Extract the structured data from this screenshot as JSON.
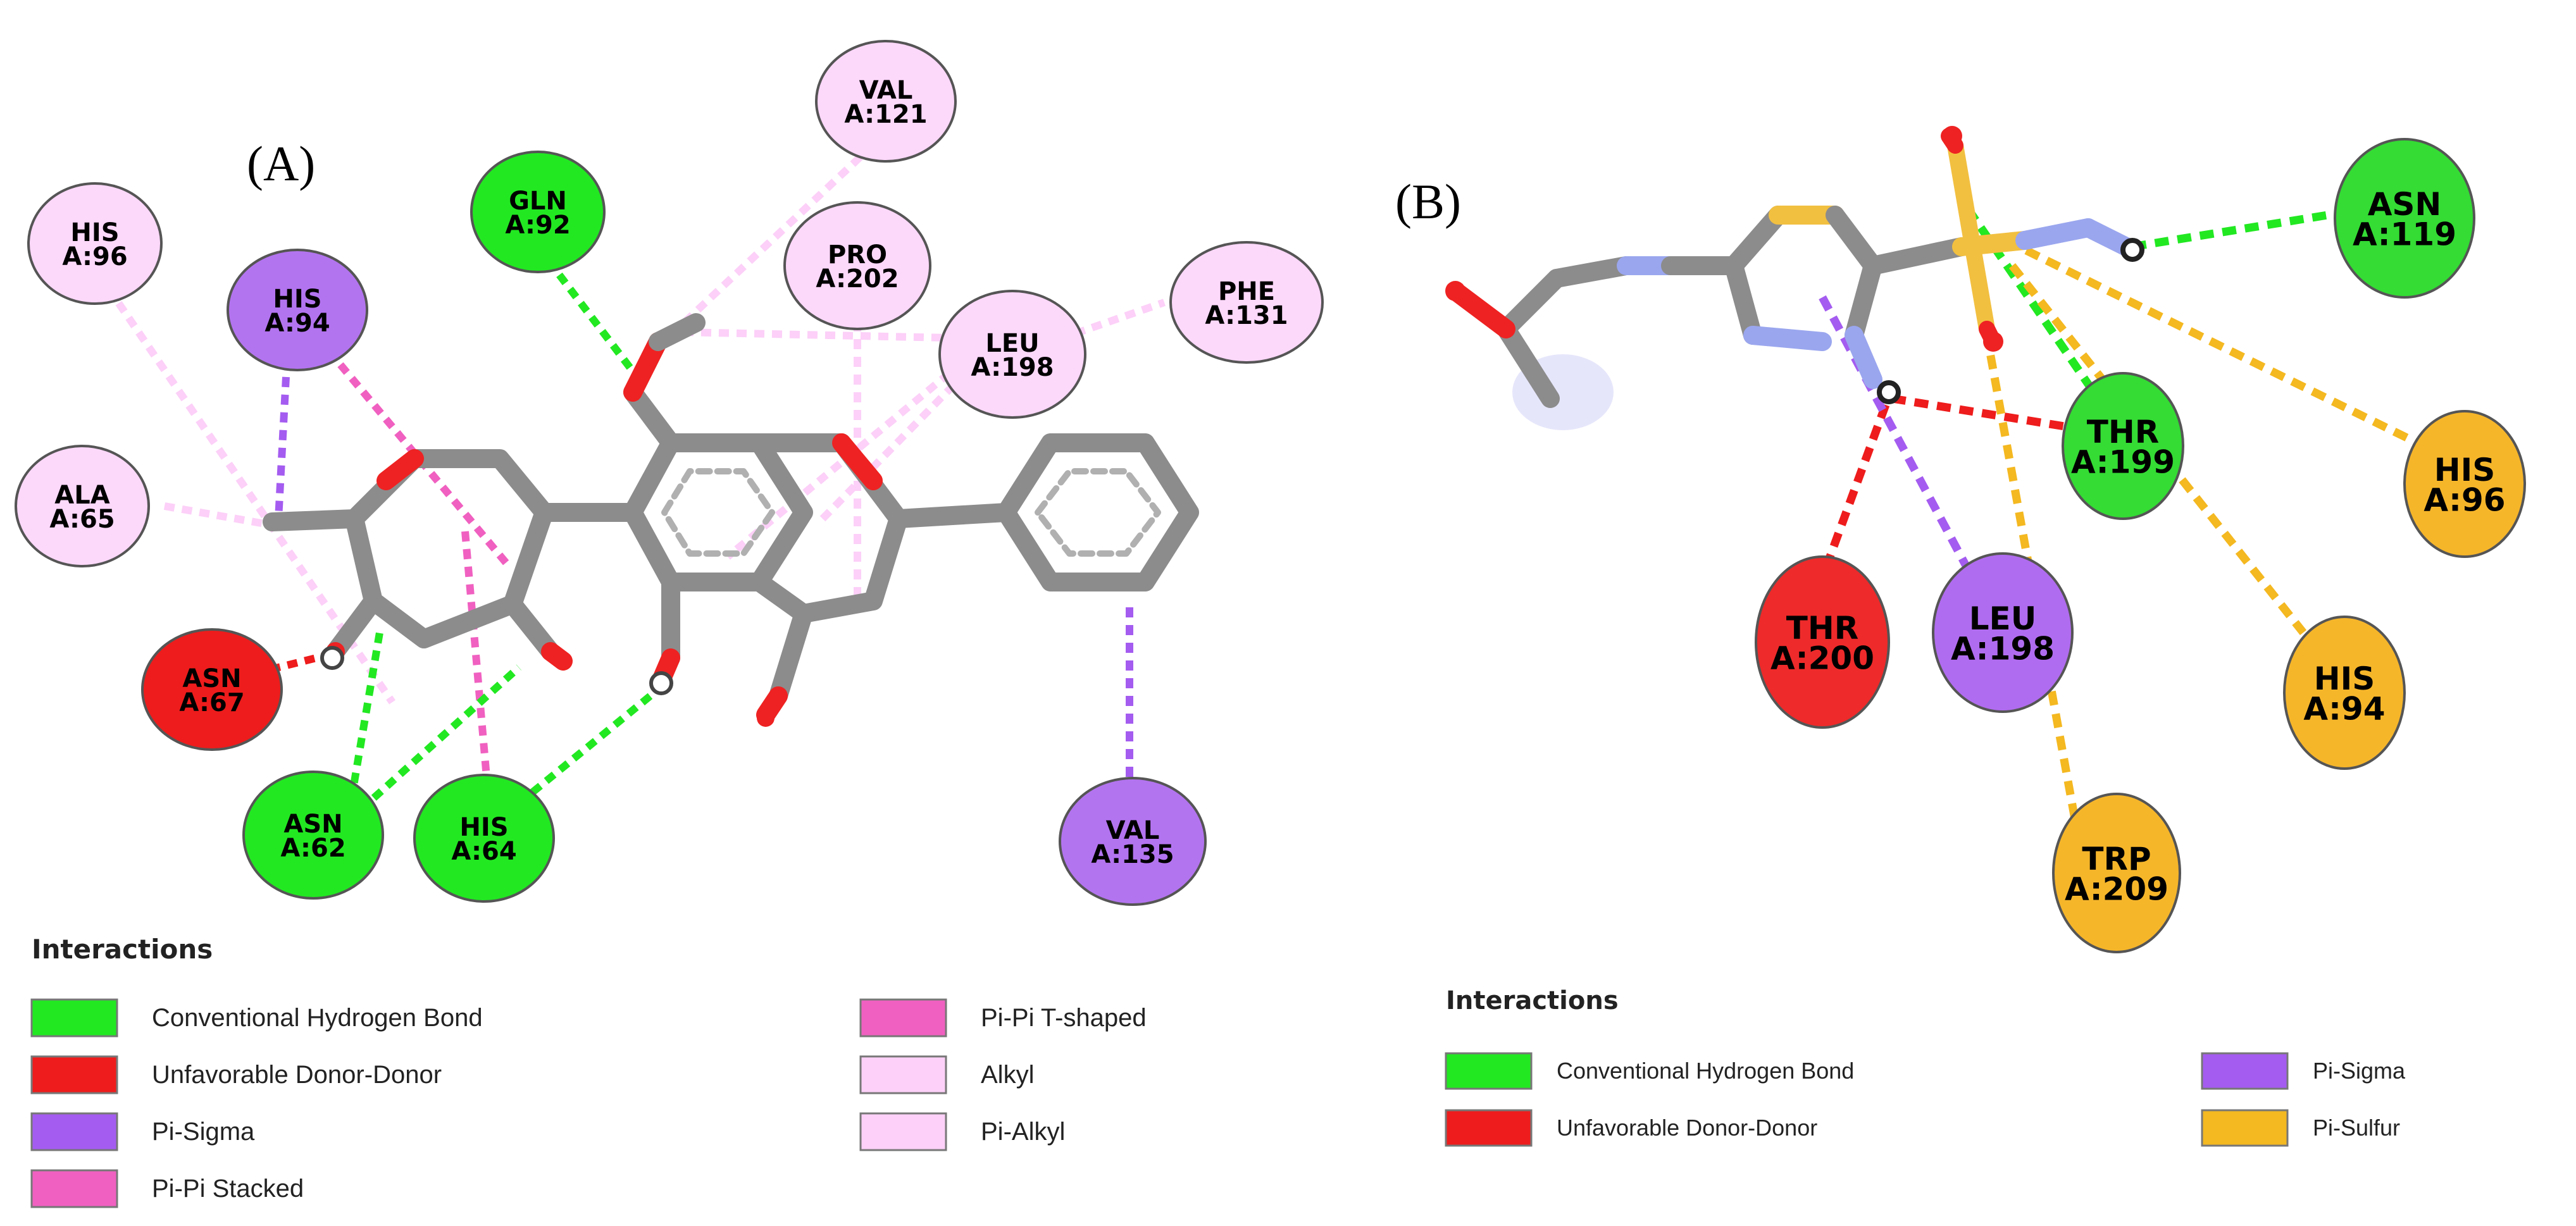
{
  "panel_a": {
    "label": "(A)",
    "residues": [
      {
        "id": "his96",
        "line1": "HIS",
        "line2": "A:96",
        "type": "alkyl"
      },
      {
        "id": "gln92",
        "line1": "GLN",
        "line2": "A:92",
        "type": "hbond"
      },
      {
        "id": "val121",
        "line1": "VAL",
        "line2": "A:121",
        "type": "alkyl"
      },
      {
        "id": "pro202",
        "line1": "PRO",
        "line2": "A:202",
        "type": "alkyl"
      },
      {
        "id": "phe131",
        "line1": "PHE",
        "line2": "A:131",
        "type": "alkyl"
      },
      {
        "id": "leu198",
        "line1": "LEU",
        "line2": "A:198",
        "type": "alkyl"
      },
      {
        "id": "his94",
        "line1": "HIS",
        "line2": "A:94",
        "type": "pisigma"
      },
      {
        "id": "ala65",
        "line1": "ALA",
        "line2": "A:65",
        "type": "alkyl"
      },
      {
        "id": "asn67",
        "line1": "ASN",
        "line2": "A:67",
        "type": "unfav"
      },
      {
        "id": "asn62",
        "line1": "ASN",
        "line2": "A:62",
        "type": "hbond"
      },
      {
        "id": "his64",
        "line1": "HIS",
        "line2": "A:64",
        "type": "hbond"
      },
      {
        "id": "val135",
        "line1": "VAL",
        "line2": "A:135",
        "type": "pisigma"
      }
    ],
    "legend": {
      "title": "Interactions",
      "items": [
        {
          "label": "Conventional Hydrogen Bond",
          "color": "#22e822"
        },
        {
          "label": "Unfavorable Donor-Donor",
          "color": "#ee1c1c"
        },
        {
          "label": "Pi-Sigma",
          "color": "#a45cf0"
        },
        {
          "label": "Pi-Pi Stacked",
          "color": "#f060c0"
        },
        {
          "label": "Pi-Pi T-shaped",
          "color": "#f060c0"
        },
        {
          "label": "Alkyl",
          "color": "#fcd0f8"
        },
        {
          "label": "Pi-Alkyl",
          "color": "#fcd0f8"
        }
      ]
    }
  },
  "panel_b": {
    "label": "(B)",
    "residues": [
      {
        "id": "asn119",
        "line1": "ASN",
        "line2": "A:119",
        "type": "hbond"
      },
      {
        "id": "thr199",
        "line1": "THR",
        "line2": "A:199",
        "type": "hbond"
      },
      {
        "id": "his96",
        "line1": "HIS",
        "line2": "A:96",
        "type": "pisulfur"
      },
      {
        "id": "thr200",
        "line1": "THR",
        "line2": "A:200",
        "type": "unfav"
      },
      {
        "id": "leu198",
        "line1": "LEU",
        "line2": "A:198",
        "type": "pisigma"
      },
      {
        "id": "his94",
        "line1": "HIS",
        "line2": "A:94",
        "type": "pisulfur"
      },
      {
        "id": "trp209",
        "line1": "TRP",
        "line2": "A:209",
        "type": "pisulfur"
      }
    ],
    "legend": {
      "title": "Interactions",
      "items": [
        {
          "label": "Conventional Hydrogen Bond",
          "color": "#22e822"
        },
        {
          "label": "Unfavorable Donor-Donor",
          "color": "#ee1c1c"
        },
        {
          "label": "Pi-Sigma",
          "color": "#a45cf0"
        },
        {
          "label": "Pi-Sulfur",
          "color": "#f4b820"
        }
      ]
    }
  },
  "colors": {
    "hbond": "#22e822",
    "unfav": "#ee1c1c",
    "pisigma": "#a45cf0",
    "pistack": "#f060c0",
    "alkyl": "#fcd0f8",
    "pisulfur": "#f4b820",
    "bond": "#8c8c8c",
    "oxygen": "#ee2222",
    "nitrogen": "#9aa6ee",
    "sulfur": "#f2c040"
  }
}
